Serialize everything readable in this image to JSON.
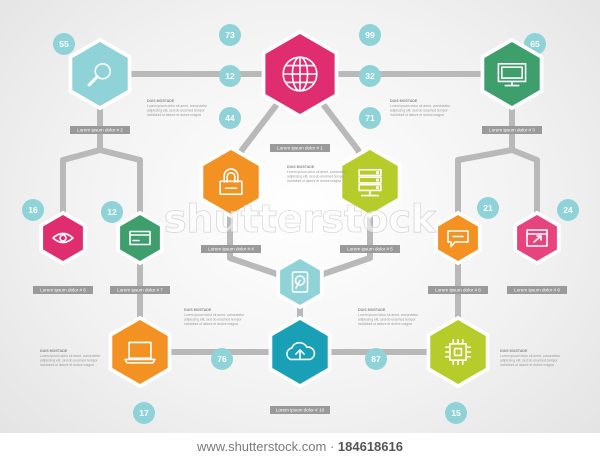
{
  "colors": {
    "line": "#b9b9b9",
    "bubble": "#8fd3d8",
    "label_bg": "#9a9a9a",
    "pink": "#e02d6f",
    "green": "#3e9e6c",
    "lightblue": "#8fd3d8",
    "orange": "#f39223",
    "lime": "#b6cc2b",
    "teal": "#1aa0b6",
    "magenta": "#e7447e"
  },
  "hexagons": [
    {
      "id": "globe",
      "icon": "globe-icon",
      "color": "pink"
    },
    {
      "id": "search",
      "icon": "search-icon",
      "color": "lightblue"
    },
    {
      "id": "monitor",
      "icon": "monitor-icon",
      "color": "green"
    },
    {
      "id": "lock",
      "icon": "lock-icon",
      "color": "orange"
    },
    {
      "id": "server",
      "icon": "server-icon",
      "color": "lime"
    },
    {
      "id": "eye",
      "icon": "eye-icon",
      "color": "pink"
    },
    {
      "id": "card",
      "icon": "credit-card-icon",
      "color": "green"
    },
    {
      "id": "harddrive",
      "icon": "hard-drive-icon",
      "color": "lightblue"
    },
    {
      "id": "chat",
      "icon": "chat-icon",
      "color": "orange"
    },
    {
      "id": "browser",
      "icon": "browser-window-icon",
      "color": "magenta"
    },
    {
      "id": "laptop",
      "icon": "laptop-icon",
      "color": "orange"
    },
    {
      "id": "cloud",
      "icon": "cloud-upload-icon",
      "color": "teal"
    },
    {
      "id": "chip",
      "icon": "chip-icon",
      "color": "lime"
    }
  ],
  "bubbles": [
    "55",
    "73",
    "99",
    "65",
    "12",
    "32",
    "44",
    "71",
    "16",
    "12",
    "21",
    "24",
    "76",
    "87",
    "17",
    "15"
  ],
  "labels": [
    "Lorem ipsum dolor # 2",
    "Lorem ipsum dolor # 1",
    "Lorem ipsum dolor # 3",
    "Lorem ipsum dolor # 4",
    "Lorem ipsum dolor # 5",
    "Lorem ipsum dolor # 6",
    "Lorem ipsum dolor # 7",
    "Lorem ipsum dolor # 8",
    "Lorem ipsum dolor # 9",
    "Lorem ipsum dolor # 10"
  ],
  "text_block": {
    "title": "DUIS MOSTADE",
    "lines": [
      "Lorem ipsum dolor sit amet, consectetur",
      "adipiscing elit, sed do eiusmod tempor",
      "incididunt ut labore et dolore magna"
    ]
  },
  "watermark": "shutterstock",
  "footer": {
    "prefix": "www.shutterstock.com",
    "sep": " · ",
    "id": "184618616"
  }
}
